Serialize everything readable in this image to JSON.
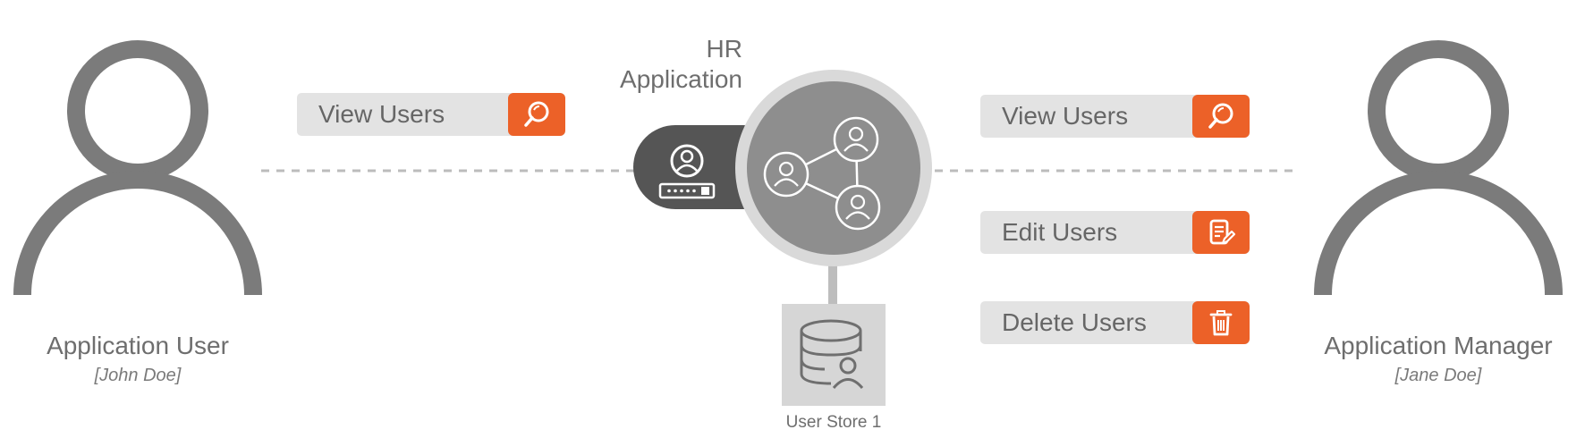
{
  "left_actor": {
    "icon": "person-icon",
    "title": "Application User",
    "subtitle": "[John Doe]"
  },
  "right_actor": {
    "icon": "person-icon",
    "title": "Application Manager",
    "subtitle": "[Jane Doe]"
  },
  "hub": {
    "title_line1": "HR",
    "title_line2": "Application",
    "center_icon": "user-network-icon",
    "login_icon": "user-login-icon"
  },
  "user_store": {
    "icon": "database-user-icon",
    "label": "User Store 1"
  },
  "left_actions": [
    {
      "label": "View Users",
      "icon": "search-icon"
    }
  ],
  "right_actions": [
    {
      "label": "View Users",
      "icon": "search-icon"
    },
    {
      "label": "Edit Users",
      "icon": "edit-document-icon"
    },
    {
      "label": "Delete Users",
      "icon": "trash-icon"
    }
  ],
  "colors": {
    "accent": "#ec6128",
    "actor_gray": "#7b7b7b",
    "hub_gray": "#8e8e8e",
    "hub_ring": "#d9d9d9",
    "pill_dark": "#555555",
    "action_bg": "#e3e3e3",
    "store_bg": "#d6d6d6"
  }
}
